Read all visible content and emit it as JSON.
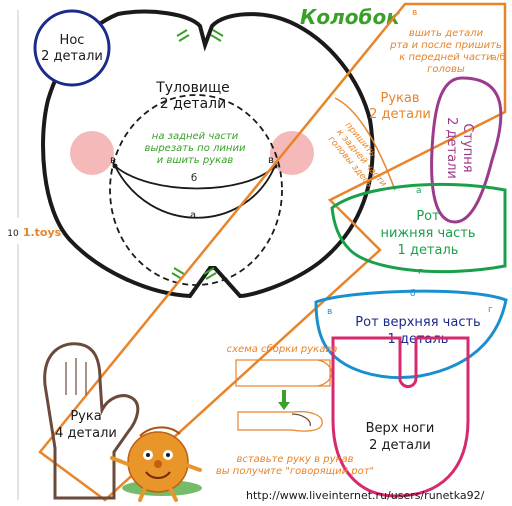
{
  "title": "Колобок",
  "page_number": "10",
  "logo_text": "1.toys",
  "url": "http://www.liveinternet.ru/users/runetka92/",
  "colors": {
    "body_outline": "#1a1a1a",
    "orange": "#e8842a",
    "purple": "#9c3a8c",
    "green": "#1aa04a",
    "blue": "#1a8fd0",
    "magenta": "#d8286e",
    "navy": "#1c2a8c",
    "brown": "#6a4a3a",
    "title_green": "#3aa02a",
    "cheek_pink": "#f08b8b",
    "note_orange": "#e8842a"
  },
  "parts": {
    "nose": {
      "name": "Нос",
      "count": "2 детали"
    },
    "body": {
      "name": "Туловище",
      "count": "2 детали",
      "note": [
        "на задней части",
        "вырезать по линии",
        "и вшить рукав"
      ]
    },
    "sleeve": {
      "name": "Рукав",
      "count": "2 детали",
      "note": [
        "вшить детали",
        "рта и после пришить",
        "к передней части",
        "головы"
      ],
      "side_note": [
        "пришить",
        "к задней части",
        "головы здесь"
      ],
      "corner_label": "а/б"
    },
    "sole": {
      "name": "Ступня",
      "count": "2 детали"
    },
    "mouth_lower": {
      "name": "Рот",
      "subname": "нижняя часть",
      "count": "1 деталь"
    },
    "mouth_upper": {
      "name": "Рот верхняя часть",
      "count": "1 деталь"
    },
    "hand": {
      "name": "Рука",
      "count": "4 детали"
    },
    "leg_top": {
      "name": "Верх ноги",
      "count": "2 детали"
    }
  },
  "markers": {
    "v1": "в",
    "v2": "в",
    "b1": "б",
    "a1": "а",
    "v_top": "в",
    "a_sleeve": "а",
    "v_sleeve": "в",
    "a_mouth": "а",
    "g_mouth": "г",
    "v_upper": "в",
    "g_upper": "г",
    "b_upper": "б"
  },
  "assembly": {
    "title": "схема сборки рукава",
    "note": [
      "вставьте руку в рукав",
      "вы получите \"говорящий рот\""
    ]
  }
}
